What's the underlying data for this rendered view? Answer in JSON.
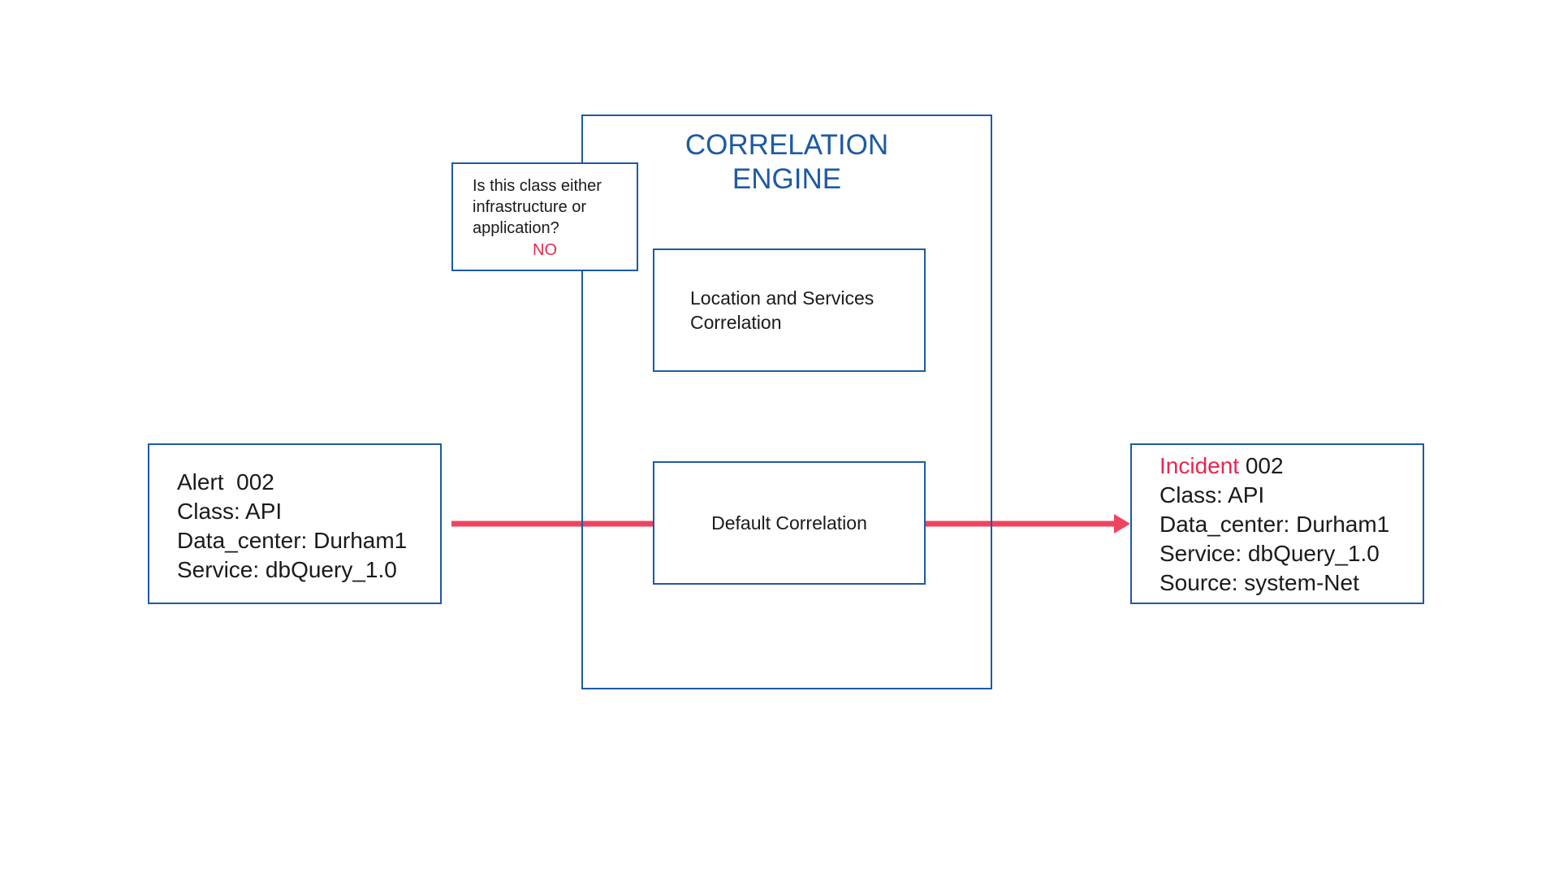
{
  "engine": {
    "title_line1": "CORRELATION",
    "title_line2": "ENGINE"
  },
  "question": {
    "text": "Is this class either infrastructure or application?",
    "answer": "NO"
  },
  "location_correlation": {
    "label": "Location and Services Correlation"
  },
  "default_correlation": {
    "label": "Default Correlation"
  },
  "alert": {
    "title": "Alert  002",
    "class": "Class: API",
    "data_center": "Data_center: Durham1",
    "service": "Service: dbQuery_1.0"
  },
  "incident": {
    "title_word": "Incident",
    "title_id": " 002",
    "class": "Class: API",
    "data_center": "Data_center: Durham1",
    "service": "Service: dbQuery_1.0",
    "source": "Source: system-Net"
  },
  "colors": {
    "box_border": "#1c5aa6",
    "title": "#1c5aa6",
    "accent_red": "#e8264f",
    "arrow": "#ee4460"
  }
}
